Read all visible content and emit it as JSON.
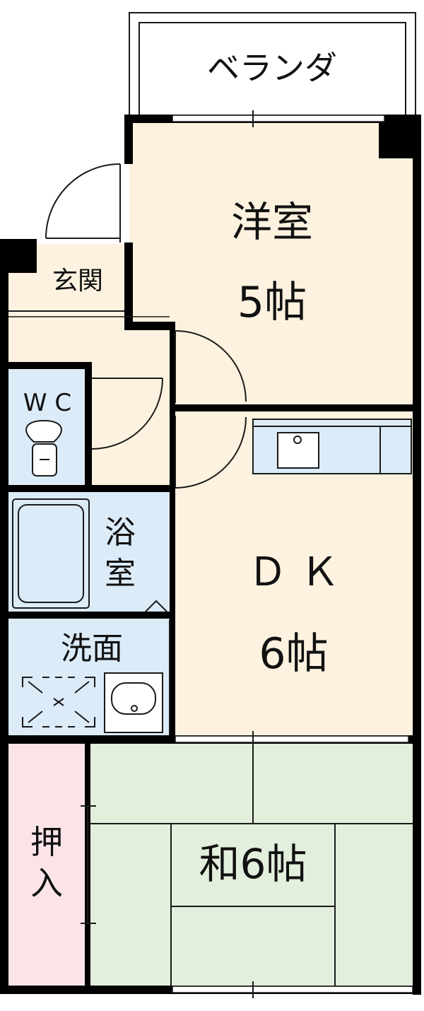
{
  "rooms": {
    "balcony": "ベランダ",
    "western_room": {
      "name": "洋室",
      "size": "5帖"
    },
    "entrance": "玄関",
    "toilet": "W C",
    "bathroom": {
      "line1": "浴",
      "line2": "室"
    },
    "washroom": "洗面",
    "dining_kitchen": {
      "name": "Ｄ Ｋ",
      "size": "6帖"
    },
    "closet": {
      "line1": "押",
      "line2": "入"
    },
    "japanese_room": "和6帖"
  },
  "colors": {
    "wood_floor": "#fdf2df",
    "wet_area": "#dcebf8",
    "tatami": "#e2efdc",
    "closet": "#fbe4e8",
    "wall": "#000000",
    "line": "#1a1a1a"
  }
}
